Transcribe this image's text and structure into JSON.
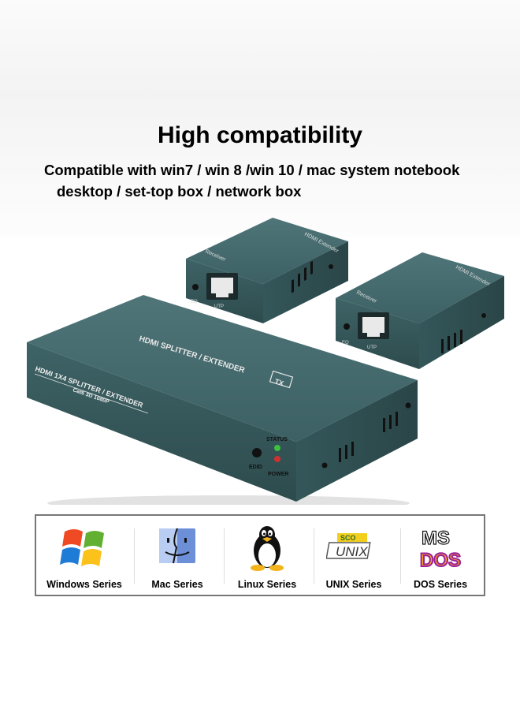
{
  "heading": "High compatibility",
  "subtitle_line1": "Compatible with win7 / win 8 /win 10 / mac system notebook",
  "subtitle_line2": "desktop / set-top box / network box",
  "device": {
    "main_top_label": "HDMI SPLITTER / EXTENDER",
    "main_top_badge": "TX",
    "main_front_label": "HDMI 1X4 SPLITTER / EXTENDER",
    "main_front_sub": "Cat6  3D  1080P",
    "status_label": "STATUS",
    "edid_label": "EDID",
    "power_label": "POWER",
    "receiver_top_label": "HDMI Extender",
    "receiver_side_label": "Receiver",
    "eq_label": "EQ",
    "utp_label": "UTP"
  },
  "os_list": [
    {
      "label": "Windows Series",
      "icon": "windows-logo-icon"
    },
    {
      "label": "Mac Series",
      "icon": "mac-finder-icon"
    },
    {
      "label": "Linux Series",
      "icon": "linux-tux-icon"
    },
    {
      "label": "UNIX Series",
      "icon": "sco-unix-icon"
    },
    {
      "label": "DOS Series",
      "icon": "ms-dos-icon"
    }
  ],
  "os_logo_text": {
    "sco": "SCO",
    "unix": "UNIX",
    "ms": "MS",
    "dos": "DOS"
  },
  "colors": {
    "device_body": "#3f6467",
    "device_dark": "#2c4a4c",
    "status_led": "#3fbf3f",
    "power_led": "#d03030"
  }
}
